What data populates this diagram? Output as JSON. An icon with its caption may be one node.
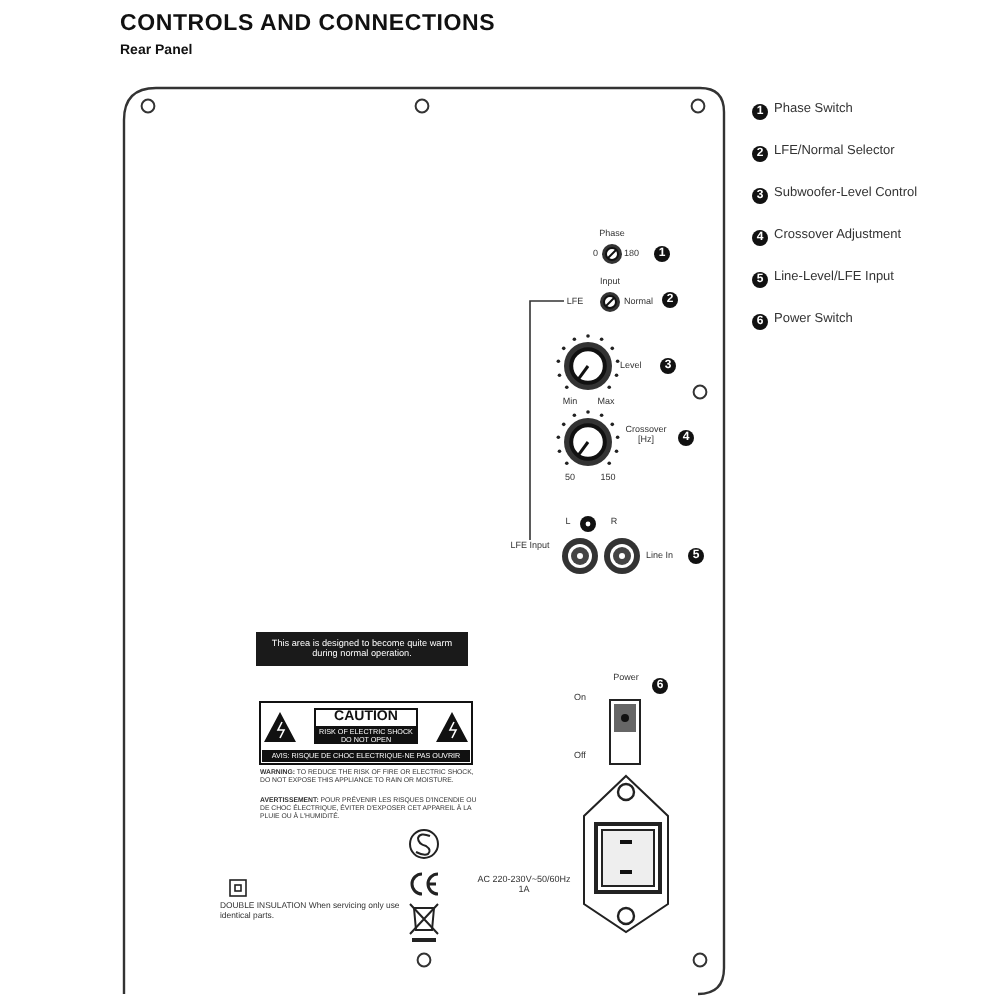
{
  "diagram": {
    "title": "CONTROLS AND CONNECTIONS",
    "nodes": [
      {
        "text": [
          "LFE"
        ]
      },
      {
        "text": [
          "LFE Input"
        ]
      }
    ],
    "edges": [
      {
        "from": 0,
        "to": 1,
        "arrow": "none"
      }
    ],
    "labels": [
      "Rear Panel",
      "1",
      "Phase Switch",
      "2",
      "LFE/Normal Selector",
      "3",
      "Subwoofer-Level Control",
      "4",
      "Crossover Adjustment",
      "5",
      "Line-Level/LFE Input",
      "6",
      "Power Switch",
      "Phase",
      "0",
      "180",
      "1",
      "Input",
      "Normal",
      "2",
      "Level",
      "3",
      "Min",
      "Max",
      "Crossover [Hz]",
      "4",
      "50",
      "150",
      "L",
      "R",
      "Line In",
      "5",
      "This area is designed to become quite warm during normal operation.",
      "CAUTION",
      "RISK OF ELECTRIC SHOCK DO NOT OPEN",
      "AVIS: RISQUE DE CHOC ELECTRIQUE-NE PAS OUVRIR",
      "**WARNING:** TO REDUCE THE RISK OF FIRE OR ELECTRIC SHOCK, DO NOT EXPOSE THIS APPLIANCE TO RAIN OR MOISTURE.",
      "**AVERTISSEMENT:** POUR PRÉVENIR LES RISQUES D'INCENDIE OU DE CHOC ÉLECTRIQUE, ÉVITER D'EXPOSER CET APPAREIL À LA PLUIE OU À L'HUMIDITÉ.",
      "Power",
      "6",
      "On",
      "Off",
      "AC 220-230V~50/60Hz 1A",
      "DOUBLE INSULATION When servicing only use identical parts."
    ]
  }
}
